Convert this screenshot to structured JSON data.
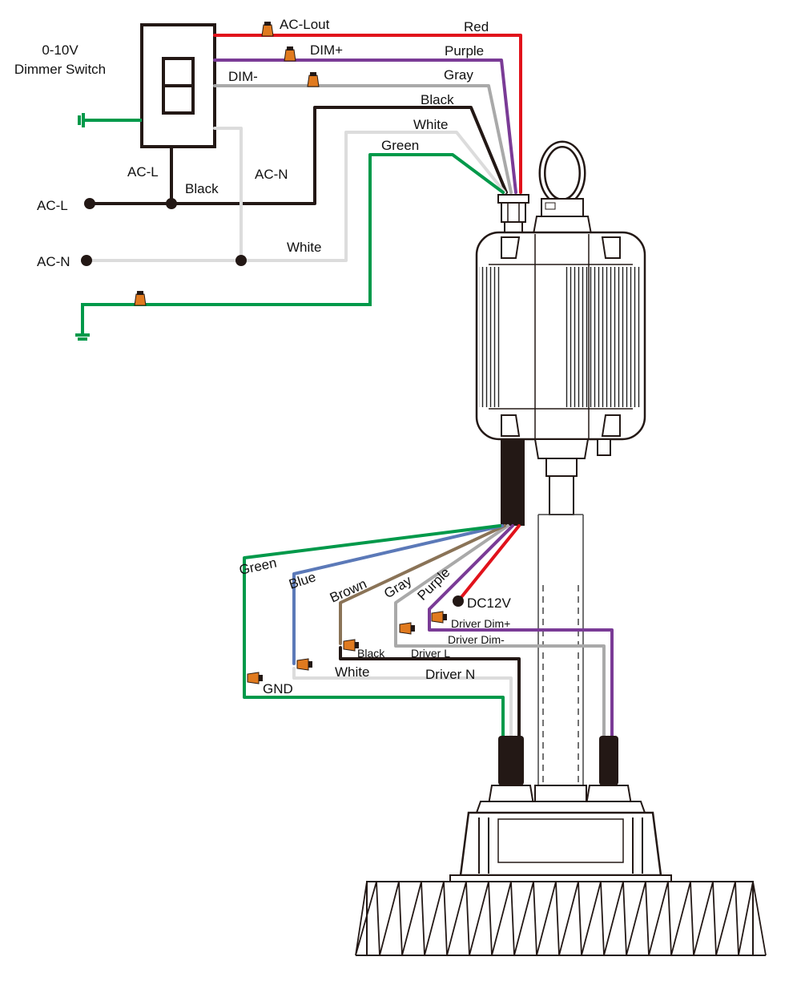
{
  "colors": {
    "red": "#e1121b",
    "purple": "#7a3b96",
    "gray": "#a9a9a9",
    "black": "#231815",
    "white_wire": "#dcdcdc",
    "green": "#00994a",
    "blue": "#5b79b8",
    "brown": "#8a7357",
    "wire_nut": "#e07a1f"
  },
  "dimmer": {
    "title_line1": "0-10V",
    "title_line2": "Dimmer Switch"
  },
  "upper_wires": {
    "ac_lout": "AC-Lout",
    "dim_plus": "DIM+",
    "dim_minus": "DIM-",
    "red": "Red",
    "purple": "Purple",
    "gray": "Gray",
    "black": "Black",
    "white": "White",
    "green": "Green"
  },
  "mains": {
    "ac_l_wire": "AC-L",
    "black": "Black",
    "ac_n_wire": "AC-N",
    "ac_l_terminal": "AC-L",
    "ac_n_terminal": "AC-N",
    "white": "White"
  },
  "lower_wires": {
    "green": "Green",
    "blue": "Blue",
    "brown": "Brown",
    "gray": "Gray",
    "purple": "Purple",
    "dc12v": "DC12V",
    "driver_dim_plus": "Driver Dim+",
    "driver_dim_minus": "Driver Dim-",
    "black": "Black",
    "driver_l": "Driver L",
    "white": "White",
    "driver_n": "Driver N",
    "gnd": "GND"
  }
}
